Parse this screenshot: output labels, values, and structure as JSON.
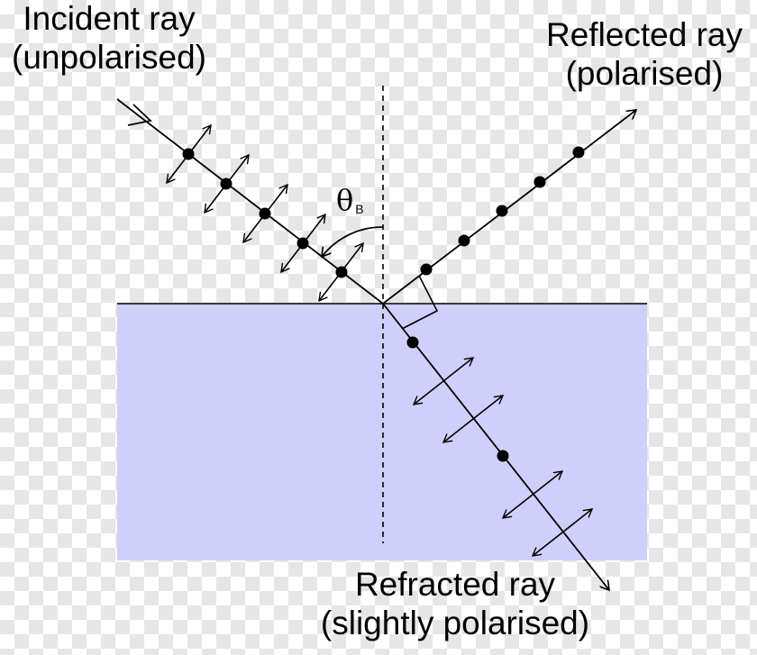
{
  "labels": {
    "incident_line1": "Incident ray",
    "incident_line2": "(unpolarised)",
    "reflected_line1": "Reflected ray",
    "reflected_line2": "(polarised)",
    "refracted_line1": "Refracted ray",
    "refracted_line2": "(slightly polarised)",
    "angle_symbol": "θ",
    "angle_subscript": "B"
  },
  "colors": {
    "medium_fill": "#cfcffa",
    "stroke": "#000000"
  }
}
